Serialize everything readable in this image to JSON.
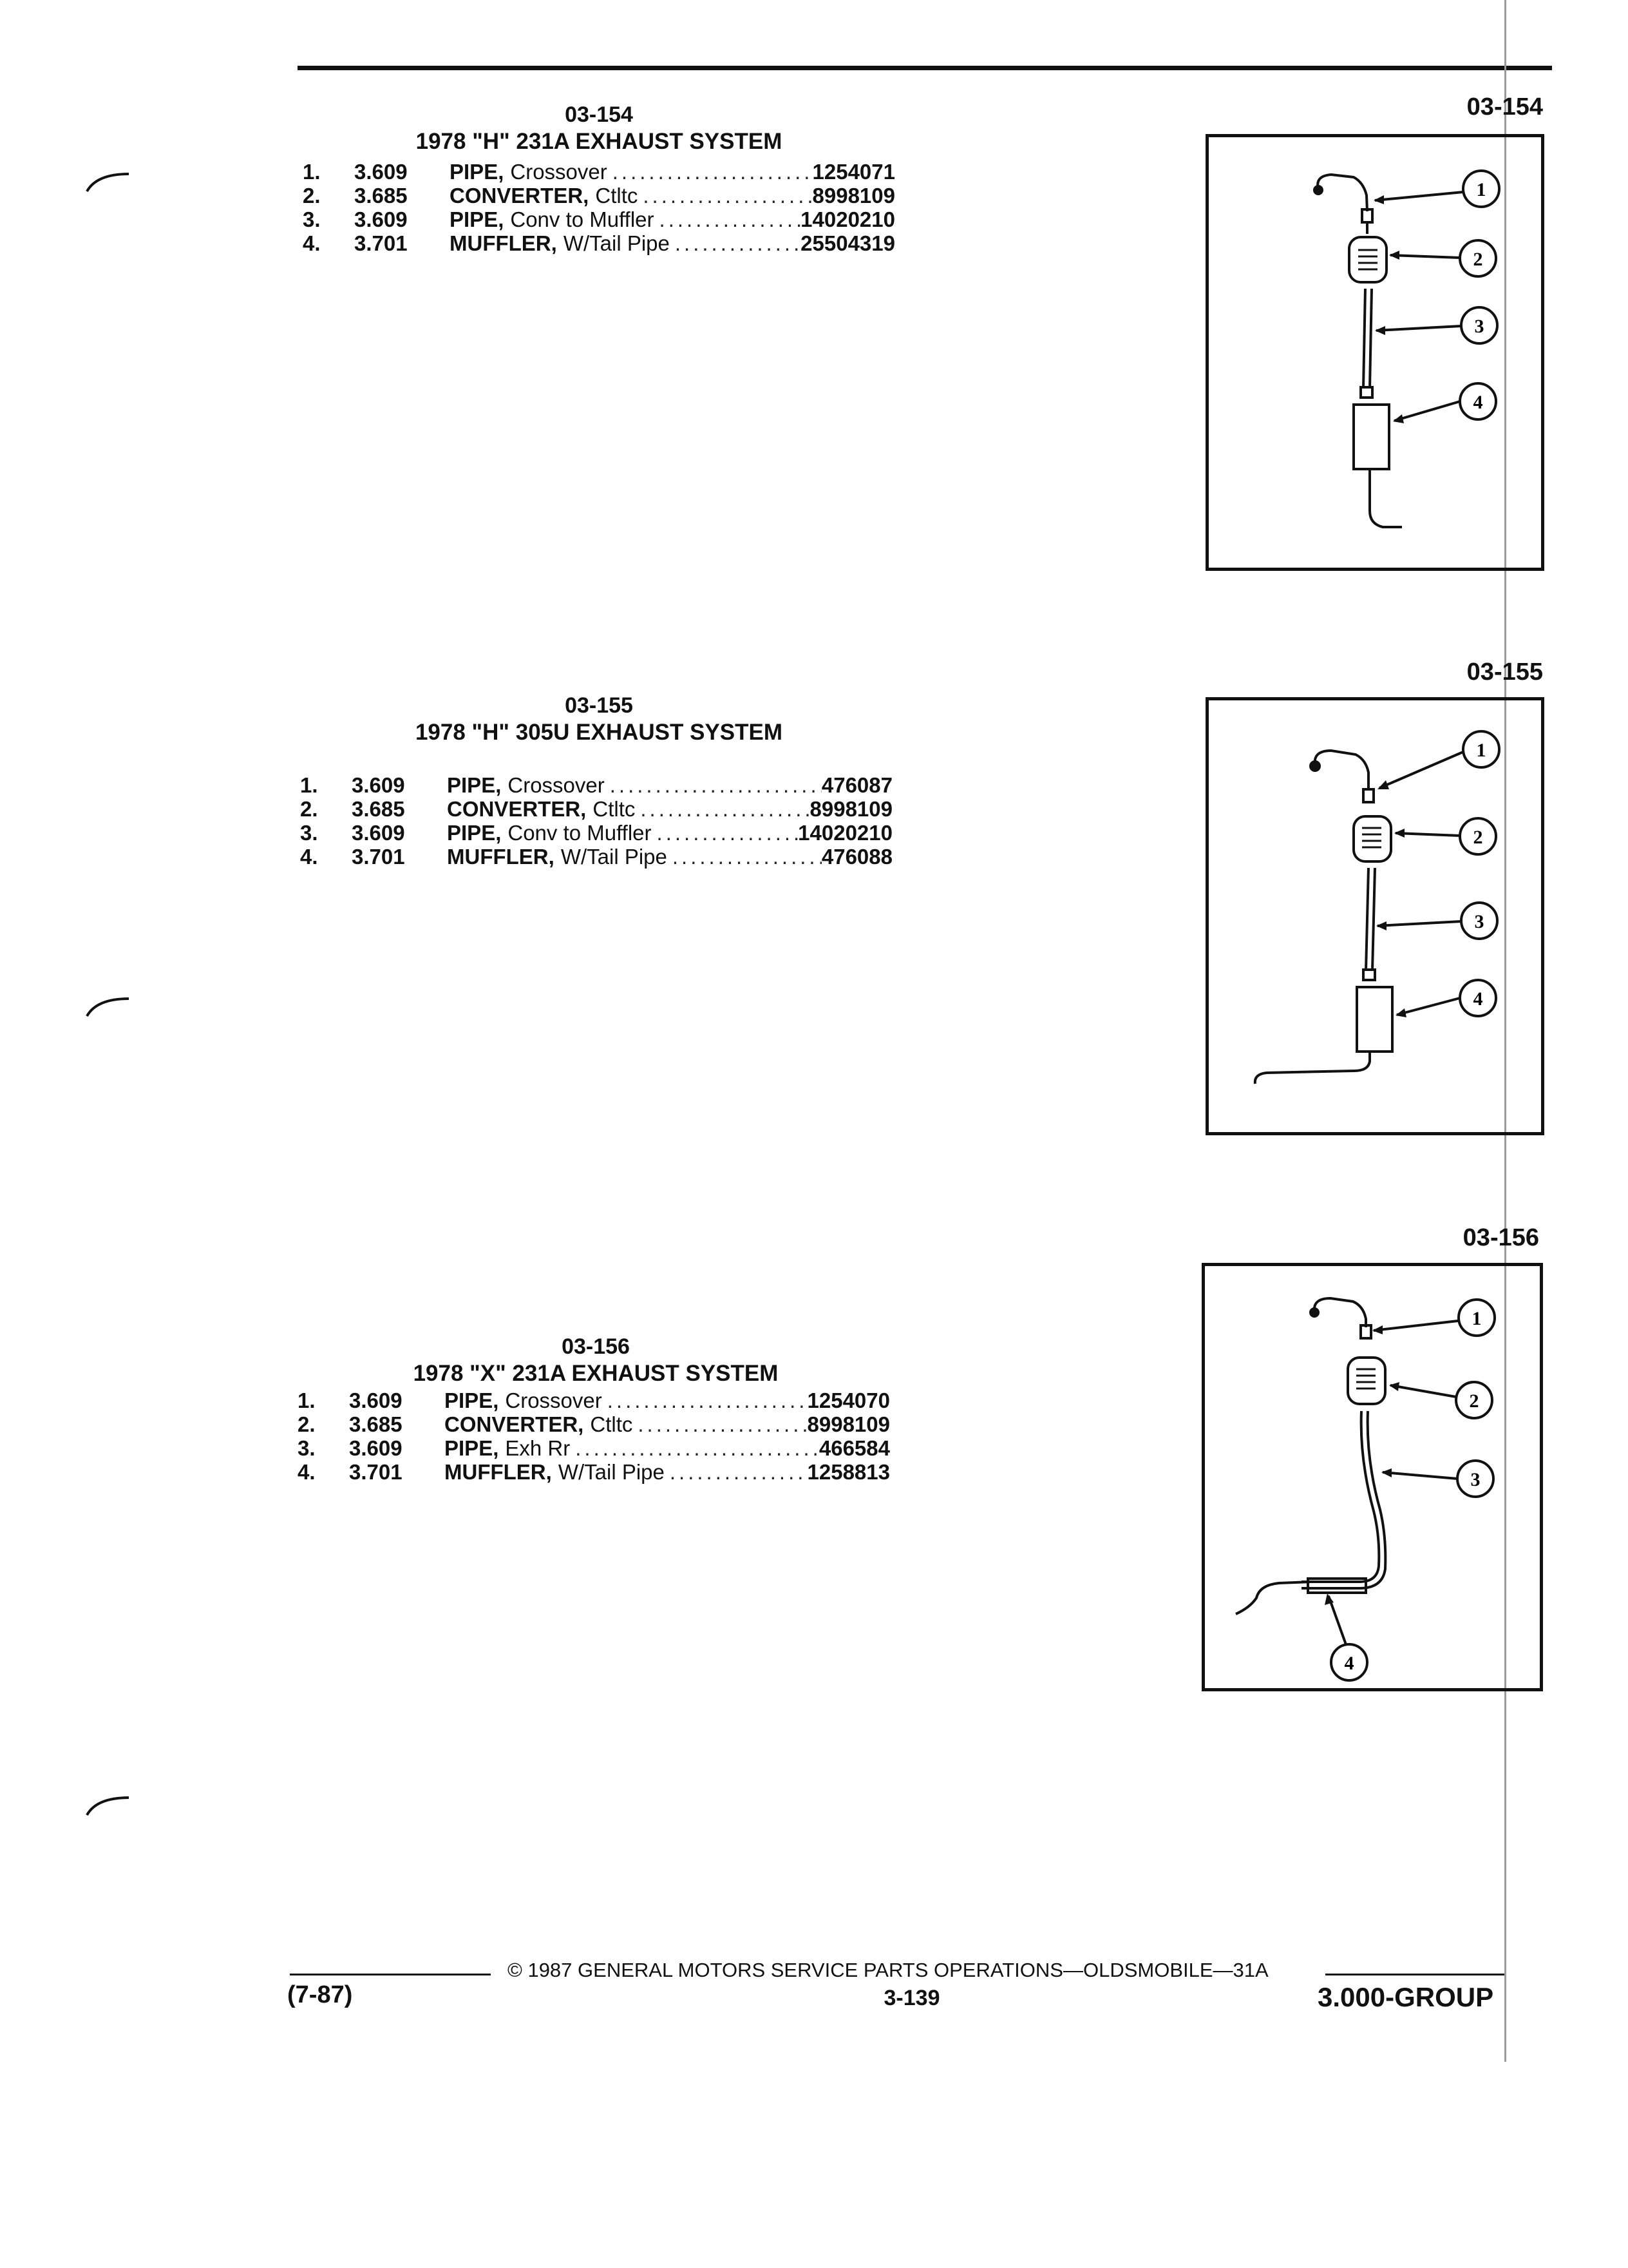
{
  "sections": [
    {
      "code": "03-154",
      "title": "1978 \"H\" 231A EXHAUST SYSTEM",
      "figure_code": "03-154",
      "items": [
        {
          "num": "1.",
          "group": "3.609",
          "name": "PIPE,",
          "sub": "Crossover",
          "part": "1254071"
        },
        {
          "num": "2.",
          "group": "3.685",
          "name": "CONVERTER,",
          "sub": "Ctltc",
          "part": "8998109"
        },
        {
          "num": "3.",
          "group": "3.609",
          "name": "PIPE,",
          "sub": "Conv to Muffler",
          "part": "14020210"
        },
        {
          "num": "4.",
          "group": "3.701",
          "name": "MUFFLER,",
          "sub": "W/Tail Pipe",
          "part": "25504319"
        }
      ],
      "callouts": [
        "1",
        "2",
        "3",
        "4"
      ]
    },
    {
      "code": "03-155",
      "title": "1978 \"H\" 305U EXHAUST SYSTEM",
      "figure_code": "03-155",
      "items": [
        {
          "num": "1.",
          "group": "3.609",
          "name": "PIPE,",
          "sub": "Crossover",
          "part": "476087"
        },
        {
          "num": "2.",
          "group": "3.685",
          "name": "CONVERTER,",
          "sub": "Ctltc",
          "part": "8998109"
        },
        {
          "num": "3.",
          "group": "3.609",
          "name": "PIPE,",
          "sub": "Conv to Muffler",
          "part": "14020210"
        },
        {
          "num": "4.",
          "group": "3.701",
          "name": "MUFFLER,",
          "sub": "W/Tail Pipe",
          "part": "476088"
        }
      ],
      "callouts": [
        "1",
        "2",
        "3",
        "4"
      ]
    },
    {
      "code": "03-156",
      "title": "1978 \"X\" 231A EXHAUST SYSTEM",
      "figure_code": "03-156",
      "items": [
        {
          "num": "1.",
          "group": "3.609",
          "name": "PIPE,",
          "sub": "Crossover",
          "part": "1254070"
        },
        {
          "num": "2.",
          "group": "3.685",
          "name": "CONVERTER,",
          "sub": "Ctltc",
          "part": "8998109"
        },
        {
          "num": "3.",
          "group": "3.609",
          "name": "PIPE,",
          "sub": "Exh Rr",
          "part": "466584"
        },
        {
          "num": "4.",
          "group": "3.701",
          "name": "MUFFLER,",
          "sub": "W/Tail Pipe",
          "part": "1258813"
        }
      ],
      "callouts": [
        "1",
        "2",
        "3",
        "4"
      ]
    }
  ],
  "footer": {
    "copyright": "© 1987 GENERAL MOTORS SERVICE PARTS OPERATIONS—OLDSMOBILE—31A",
    "date": "(7-87)",
    "page": "3-139",
    "group": "3.000-GROUP"
  },
  "dots_fill": "...................................."
}
